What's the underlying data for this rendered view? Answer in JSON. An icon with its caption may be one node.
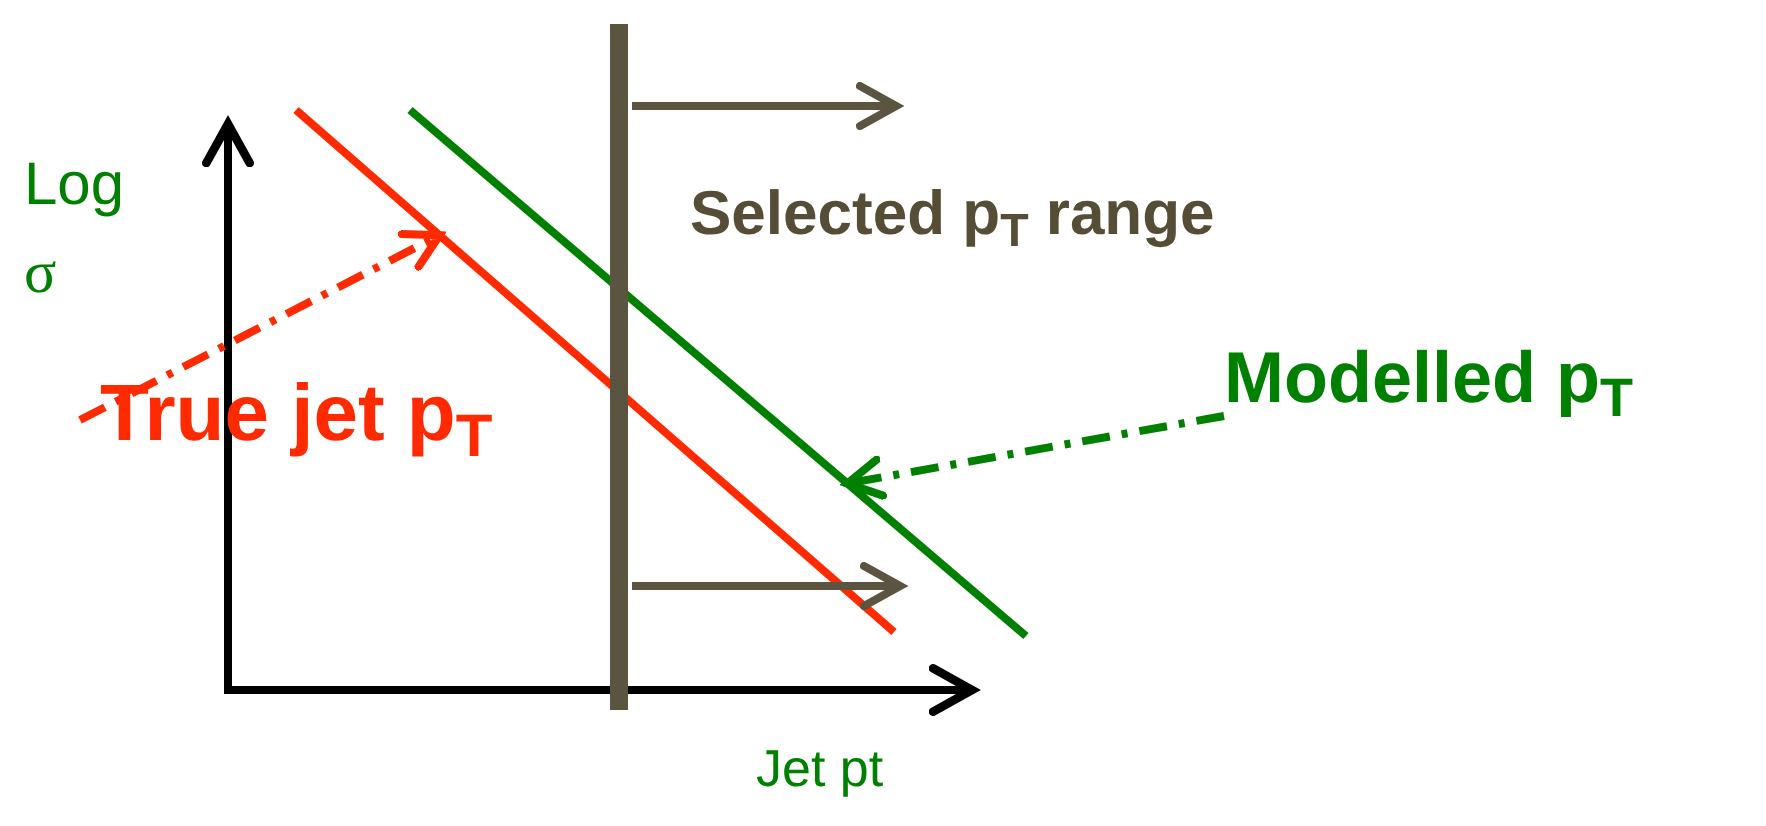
{
  "diagram": {
    "nodes": [
      {
        "text": [
          "True jet p$_{T}$"
        ]
      },
      {
        "text": [],
        "shape": "line"
      },
      {
        "text": [
          "Modelled p$_{T}$"
        ]
      },
      {
        "text": [],
        "shape": "line"
      }
    ],
    "edges": [
      {
        "from": 0,
        "to": 1,
        "arrow": "to",
        "style": "dashed",
        "color": "#ff2a00"
      },
      {
        "from": 2,
        "to": 3,
        "arrow": "to",
        "style": "dashed",
        "color": "#008000"
      }
    ],
    "labels": [
      "Log",
      "σ",
      "Selected p$_{T}$ range",
      "Jet pt"
    ]
  }
}
